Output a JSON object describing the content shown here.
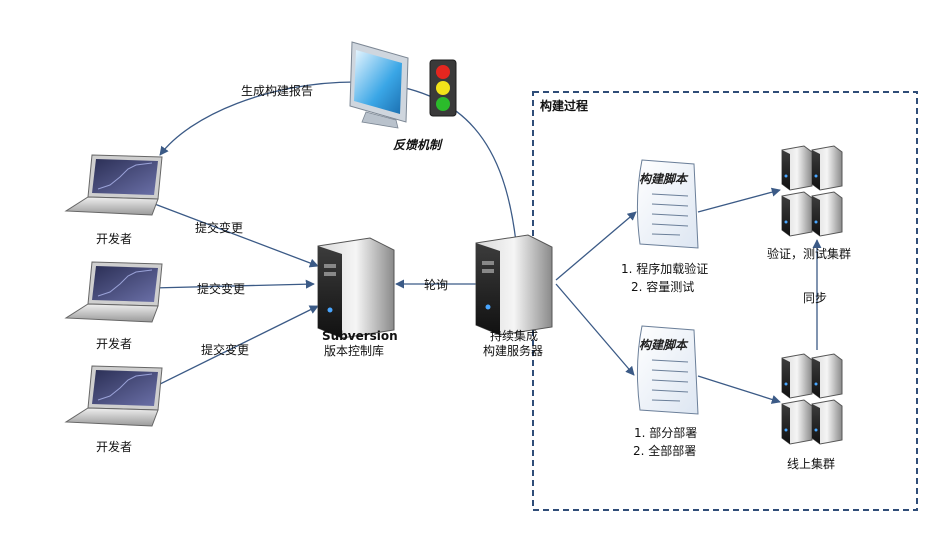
{
  "feedback": {
    "report_label": "生成构建报告",
    "mechanism_label": "反馈机制"
  },
  "developers": [
    {
      "label": "开发者",
      "commit_label": "提交变更"
    },
    {
      "label": "开发者",
      "commit_label": "提交变更"
    },
    {
      "label": "开发者",
      "commit_label": "提交变更"
    }
  ],
  "svn": {
    "line1": "Subversion",
    "line2": "版本控制库"
  },
  "polling_label": "轮询",
  "ci_server": {
    "line1": "持续集成",
    "line2": "构建服务器"
  },
  "build_process": {
    "title": "构建过程",
    "script_top": {
      "title": "构建脚本",
      "step1": "1. 程序加载验证",
      "step2": "2. 容量测试"
    },
    "script_bottom": {
      "title": "构建脚本",
      "step1": "1. 部分部署",
      "step2": "2. 全部部署"
    },
    "verify_cluster": "验证，测试集群",
    "sync_label": "同步",
    "online_cluster": "线上集群"
  },
  "colors": {
    "arrow": "#3b5a86",
    "box_border": "#2f4d78",
    "traffic_red": "#e5261f",
    "traffic_yellow": "#f2e31a",
    "traffic_green": "#2bbb2b"
  }
}
